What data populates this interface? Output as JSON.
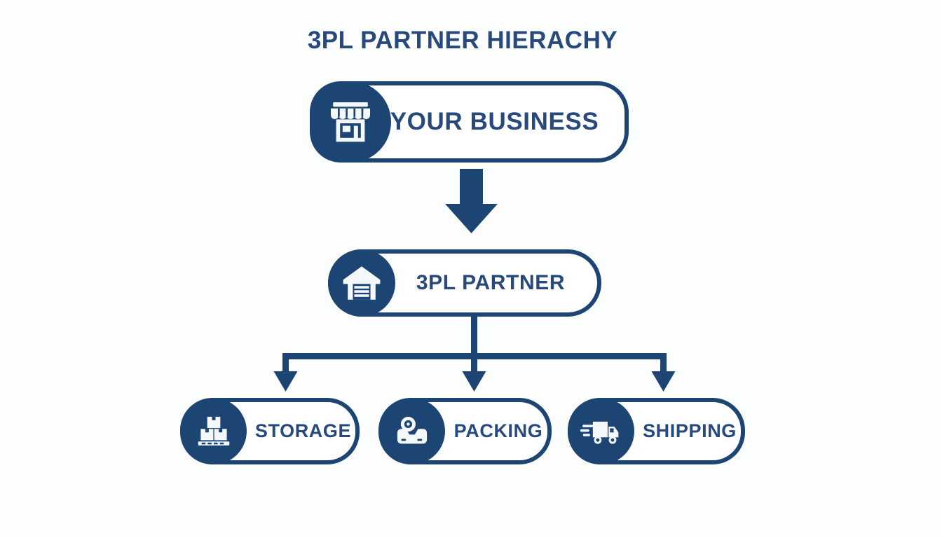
{
  "title": "3PL PARTNER HIERACHY",
  "colors": {
    "navy": "#1d4573",
    "text-navy": "#27497e",
    "bg": "#fcfdfd",
    "icon-white": "#f4f8fb"
  },
  "nodes": {
    "business": {
      "label": "YOUR BUSINESS",
      "icon": "storefront-icon"
    },
    "partner": {
      "label": "3PL PARTNER",
      "icon": "warehouse-icon"
    },
    "children": [
      {
        "id": "storage",
        "label": "STORAGE",
        "icon": "pallet-boxes-icon"
      },
      {
        "id": "packing",
        "label": "PACKING",
        "icon": "packing-tape-icon"
      },
      {
        "id": "shipping",
        "label": "SHIPPING",
        "icon": "delivery-truck-icon"
      }
    ]
  }
}
